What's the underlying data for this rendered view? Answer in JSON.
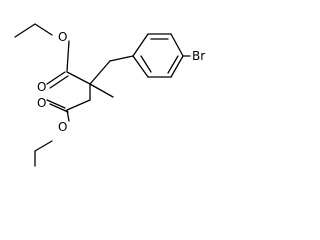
{
  "molecule": {
    "atoms": {
      "ester_top_ether_o": "O",
      "ester_top_carbonyl_o": "O",
      "ester_bottom_carbonyl_o": "O",
      "ester_bottom_ether_o": "O",
      "bromine": "Br"
    }
  }
}
